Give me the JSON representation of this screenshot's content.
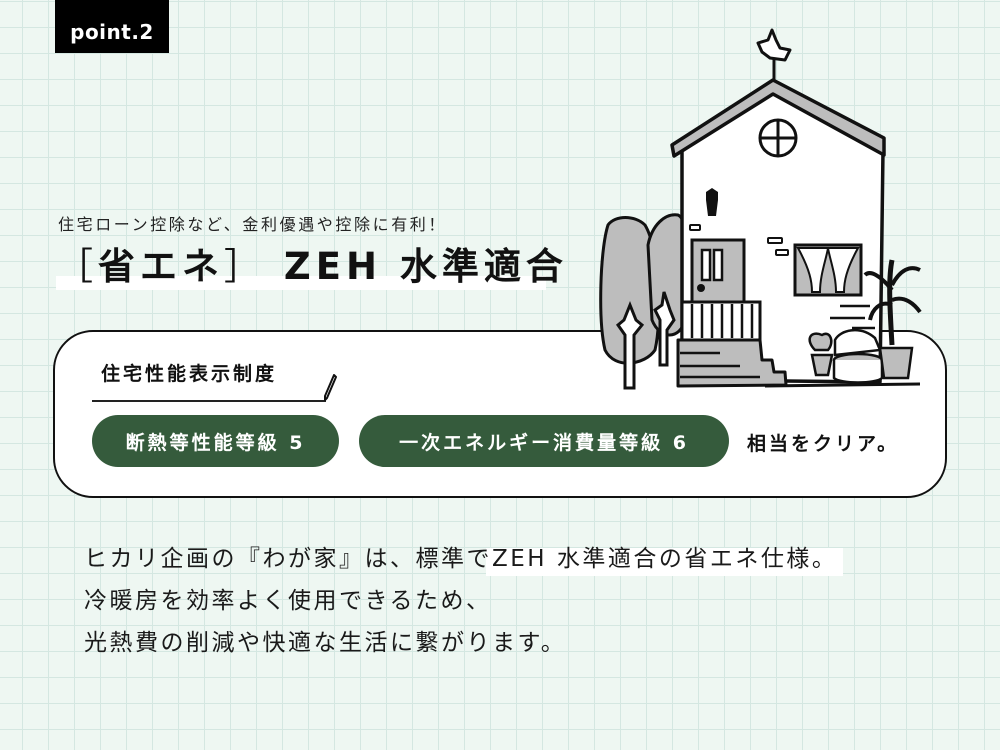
{
  "point_tag": "point.2",
  "header": {
    "subtitle": "住宅ローン控除など、金利優遇や控除に有利！",
    "title_open_bracket": "［",
    "title_keyword": "省エネ",
    "title_close_bracket": "］",
    "title_rest": "ZEH 水準適合"
  },
  "card": {
    "heading": "住宅性能表示制度",
    "badges": [
      {
        "label": "断熱等性能等級 5"
      },
      {
        "label": "一次エネルギー消費量等級 6"
      }
    ],
    "suffix": "相当をクリア。"
  },
  "body": {
    "line1_before": "ヒカリ企画の『わが家』は、標準で",
    "line1_highlight": "ZEH 水準適合の省エネ仕様。",
    "line2": "冷暖房を効率よく使用できるため、",
    "line3": "光熱費の削減や快適な生活に繋がります。"
  },
  "illustration": {
    "icon": "house-icon",
    "description": "hand-drawn house with weathervane, trees, door, window and potted plants"
  },
  "colors": {
    "background": "#eef7f2",
    "grid": "#d4e7e1",
    "badge": "#355b3c",
    "tag": "#000000"
  }
}
